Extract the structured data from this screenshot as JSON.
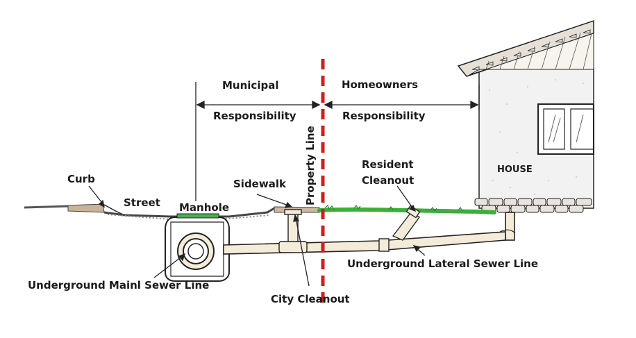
{
  "labels": {
    "municipal": "Municipal",
    "municipal_responsibility": "Responsibility",
    "homeowners": "Homeowners",
    "homeowners_responsibility": "Responsibility",
    "property_line": "Property Line",
    "curb": "Curb",
    "street": "Street",
    "manhole": "Manhole",
    "sidewalk": "Sidewalk",
    "resident_cleanout_line1": "Resident",
    "resident_cleanout_line2": "Cleanout",
    "house": "HOUSE",
    "main_sewer_line": "Underground Mainl Sewer Line",
    "city_cleanout": "City Cleanout",
    "lateral_sewer_line": "Underground Lateral Sewer Line"
  },
  "colors": {
    "property_line": "#cc1f1f",
    "grass": "#3cae3c",
    "pipe": "#f3ecd9",
    "ink": "#222222",
    "wall": "#f2f2f2",
    "curb": "#c9b49a"
  }
}
